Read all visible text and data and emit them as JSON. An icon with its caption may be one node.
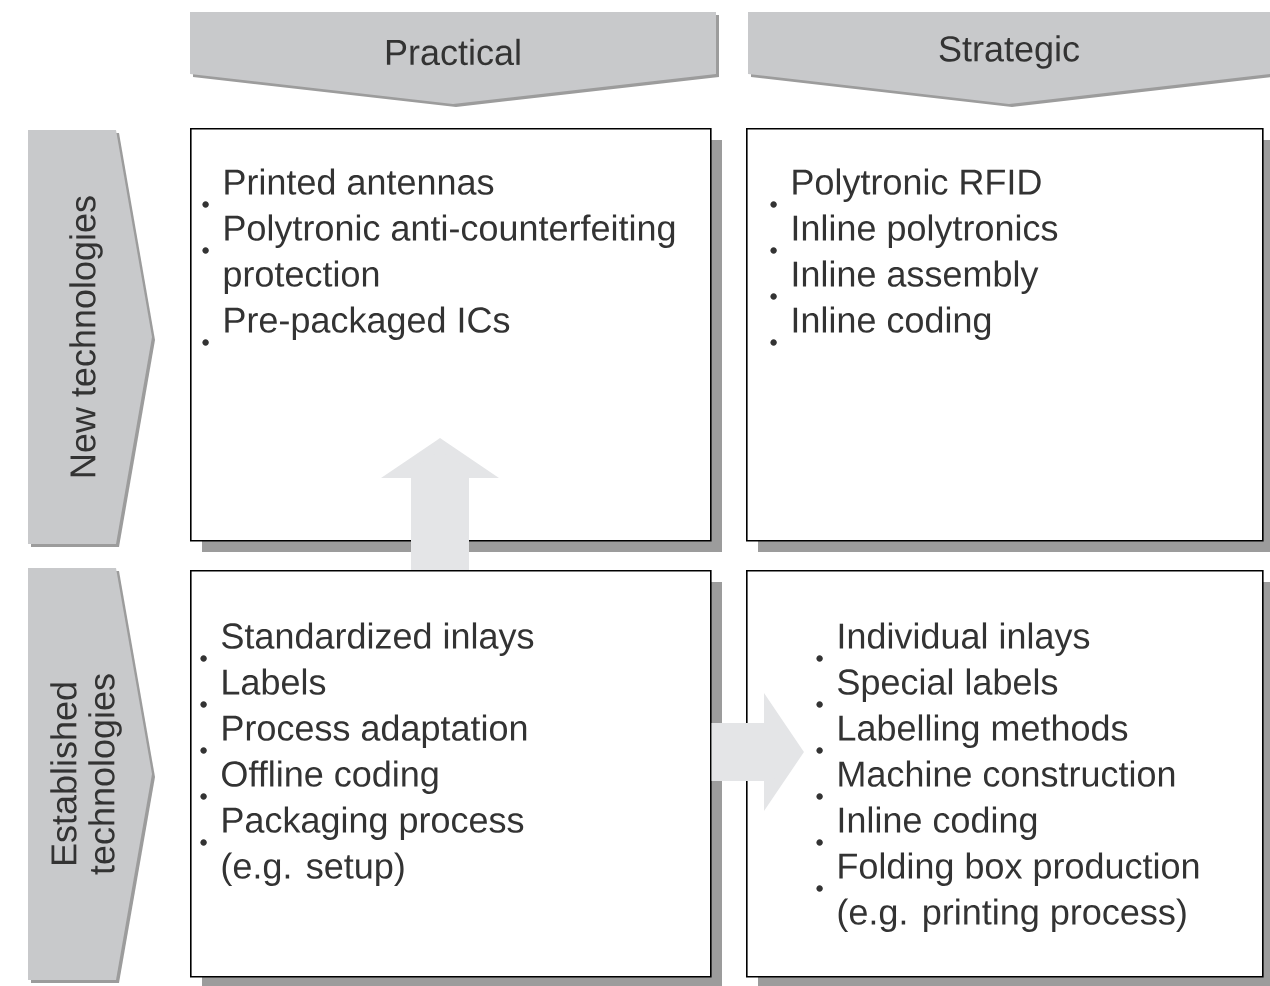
{
  "diagram": {
    "nodes": [
      {
        "text": [
          "Practical"
        ]
      },
      {
        "text": [
          "Strategic"
        ]
      },
      {
        "text": [
          "New technologies"
        ]
      },
      {
        "text": [
          "Established technologies"
        ]
      },
      {
        "text": [
          "Printed antennas",
          "Polytronic anti-counterfeiting protection",
          "Pre-packaged ICs"
        ]
      },
      {
        "text": [
          "Polytronic RFID",
          "Inline polytronics",
          "Inline assembly",
          "Inline coding"
        ]
      },
      {
        "text": [
          "Standardized inlays",
          "Labels",
          "Process adaptation",
          "Offline coding",
          "Packaging process (e.g. setup)"
        ]
      },
      {
        "text": [
          "Individual inlays",
          "Special labels",
          "Labelling methods",
          "Machine construction",
          "Inline coding",
          "Folding box production (e.g. printing process)"
        ]
      }
    ],
    "edges": [
      {
        "from": 6,
        "to": 4,
        "arrow": "to"
      },
      {
        "from": 6,
        "to": 7,
        "arrow": "to"
      }
    ]
  }
}
